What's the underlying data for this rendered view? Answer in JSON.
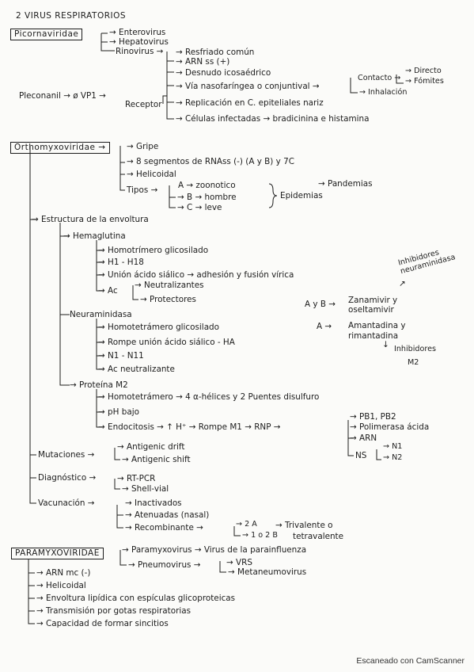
{
  "title": "2 VIRUS RESPIRATORIOS",
  "picorna": {
    "header": "Picornaviridae",
    "enterovirus": "Enterovirus",
    "hepatovirus": "Hepatovirus",
    "rinovirus": "Rinovirus",
    "r1": "Resfriado común",
    "r2": "ARN ss (+)",
    "r3": "Desnudo icosaédrico",
    "r4": "Vía nasofaríngea o conjuntival",
    "contacto": "Contacto",
    "directo": "Directo",
    "fomites": "Fómites",
    "inhalacion": "Inhalación",
    "r5": "Replicación en C. epiteliales nariz",
    "r6": "Células infectadas → bradicinina e histamina",
    "pleconaril": "Pleconanil → ø VP1 →",
    "receptor": "Receptor"
  },
  "orthomyxo": {
    "header": "Orthomyxoviridae",
    "gripe": "Gripe",
    "segmentos": "8 segmentos de RNAss (-) (A y B) y 7C",
    "helicoidal": "Helicoidal",
    "tipos": "Tipos",
    "tipo_a": "A → zoonotico",
    "tipo_b": "B → hombre",
    "tipo_c": "C → leve",
    "epidemias": "Epidemias",
    "pandemias": "Pandemias",
    "estructura": "Estructura de la envoltura",
    "hemaglutina": "Hemaglutina",
    "hemo1": "Homotrímero glicosilado",
    "hemo2": "H1 - H18",
    "hemo3": "Unión ácido siálico → adhesión y fusión vírica",
    "ac": "Ac",
    "neutralizantes": "Neutralizantes",
    "protectores": "Protectores",
    "neura": "Neuraminidasa",
    "neura1": "Homotetrámero glicosilado",
    "neura2": "Rompe unión ácido siálico - HA",
    "neura3": "N1 - N11",
    "neura4": "Ac neutralizante",
    "inhib_neura": "Inhibidores neuraminidasa",
    "aby": "A y B →",
    "zanamivir": "Zanamivir y",
    "oseltamivir": "oseltamivir",
    "a_arrow": "A →",
    "amantadina": "Amantadina y",
    "rimantadina": "rimantadina",
    "inhib_m2_1": "Inhibidores",
    "inhib_m2_2": "M2",
    "proteina": "Proteína M2",
    "prot1": "Homotetrámero → 4 α-hélices y 2 Puentes disulfuro",
    "prot2": "pH bajo",
    "prot3": "Endocitosis → ↑ H⁺ → Rompe M1 → RNP",
    "pb": "PB1, PB2",
    "polimerasa": "Polimerasa ácida",
    "arn": "ARN",
    "ns": "NS",
    "n1": "N1",
    "n2": "N2",
    "mutaciones": "Mutaciones",
    "drift": "Antigenic drift",
    "shift": "Antigenic shift",
    "diagnostico": "Diagnóstico",
    "rtpcr": "RT-PCR",
    "shell": "Shell-vial",
    "vacunacion": "Vacunación",
    "inactivados": "Inactivados",
    "atenuadas": "Atenuadas (nasal)",
    "recombinante": "Recombinante",
    "dos_a": "2 A",
    "uno_dos_b": "1 o 2 B",
    "trivalente": "Trivalente o",
    "tetravalente": "tetravalente"
  },
  "paramyxo": {
    "header": "PARAMYXOVIRIDAE",
    "paramyxovirus": "Paramyxovirus → Virus de la parainfluenza",
    "pneumovirus": "Pneumovirus",
    "vrs": "VRS",
    "metapneumovirus": "Metaneumovirus",
    "p1": "ARN mc (-)",
    "p2": "Helicoidal",
    "p3": "Envoltura lipídica con espículas glicoproteicas",
    "p4": "Transmisión por gotas respiratorias",
    "p5": "Capacidad de formar sincitios"
  },
  "footer": "Escaneado con CamScanner"
}
